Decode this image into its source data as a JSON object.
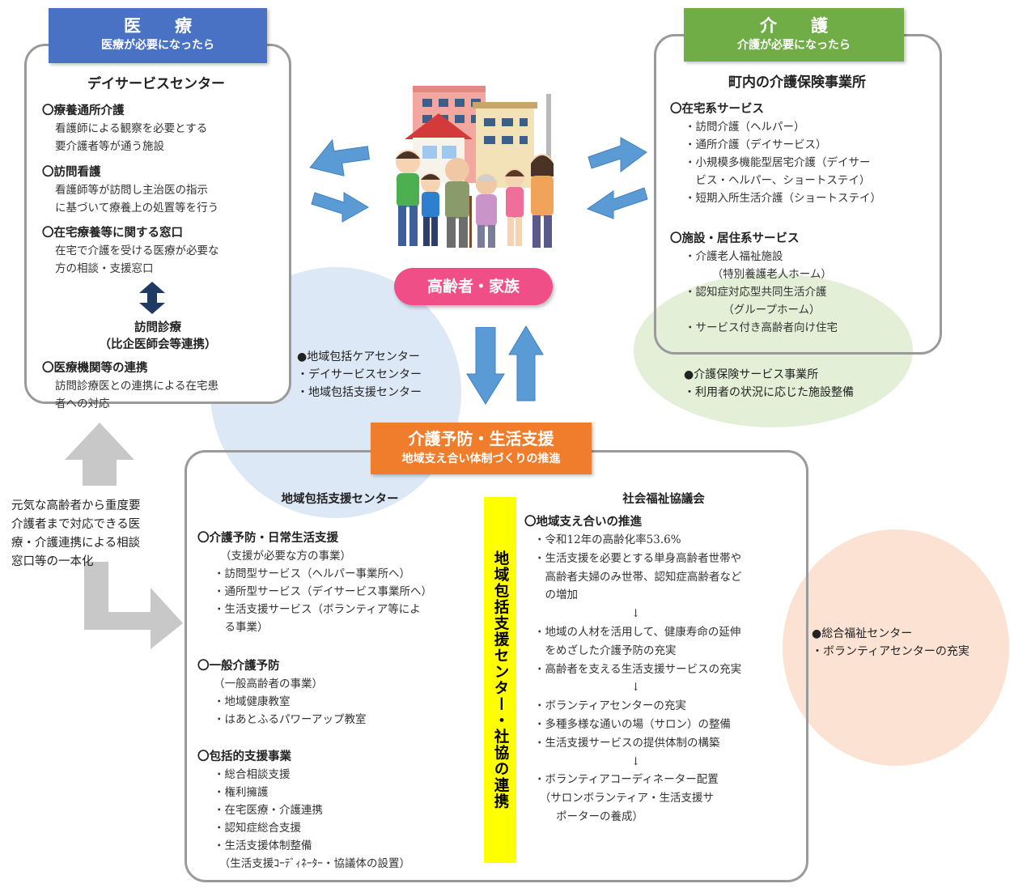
{
  "medical": {
    "header_title": "医　療",
    "header_sub": "医療が必要になったら",
    "facility": "デイサービスセンター",
    "sections": [
      {
        "title": "〇療養通所介護",
        "lines": [
          "看護師による観察を必要とする",
          "要介護者等が通う施設"
        ]
      },
      {
        "title": "〇訪問看護",
        "lines": [
          "看護師等が訪問し主治医の指示",
          "に基づいて療養上の処置等を行う"
        ]
      },
      {
        "title": "〇在宅療養等に関する窓口",
        "lines": [
          "在宅で介護を受ける医療が必要な",
          "方の相談・支援窓口"
        ]
      }
    ],
    "visit_clinic": "訪問診療",
    "visit_clinic_sub": "（比企医師会等連携）",
    "link_title": "〇医療機関等の連携",
    "link_lines": [
      "訪問診療医との連携による在宅患",
      "者への対応"
    ]
  },
  "care": {
    "header_title": "介　護",
    "header_sub": "介護が必要になったら",
    "facility": "町内の介護保険事業所",
    "home_title": "〇在宅系サービス",
    "home_lines": [
      "・訪問介護（ヘルパー）",
      "・通所介護（デイサービス）",
      "・小規模多機能型居宅介護（デイサー",
      "　ビス・ヘルパー、ショートステイ）",
      "・短期入所生活介護（ショートステイ）"
    ],
    "facility_title": "〇施設・居住系サービス",
    "facility_lines": [
      "・介護老人福祉施設",
      "　　　（特別養護老人ホーム）",
      "・認知症対応型共同生活介護",
      "　　　　（グループホーム）",
      "・サービス付き高齢者向け住宅"
    ],
    "bubble": [
      "●介護保険サービス事業所",
      "・利用者の状況に応じた施設整備"
    ]
  },
  "center": {
    "family_label": "高齢者・家族",
    "bubble": [
      "●地域包括ケアセンター",
      "・デイサービスセンター",
      "・地域包括支援センター"
    ]
  },
  "prevention": {
    "header_title": "介護予防・生活支援",
    "header_sub": "地域支え合い体制づくりの推進",
    "left_title": "地域包括支援センター",
    "left_sections": [
      {
        "title": "〇介護予防・日常生活支援",
        "lines": [
          "（支援が必要な方の事業）",
          "・訪問型サービス（ヘルパー事業所へ）",
          "・通所型サービス（デイサービス事業所へ）",
          "・生活支援サービス（ボランティア等によ",
          "　る事業）"
        ]
      },
      {
        "title": "〇一般介護予防",
        "lines": [
          "（一般高齢者の事業）",
          "・地域健康教室",
          "・はあとふるパワーアップ教室"
        ]
      },
      {
        "title": "〇包括的支援事業",
        "lines": [
          "・総合相談支援",
          "・権利擁護",
          "・在宅医療・介護連携",
          "・認知症総合支援",
          "・生活支援体制整備",
          "　（生活支援ｺｰﾃﾞｨﾈｰﾀｰ・協議体の設置）"
        ]
      }
    ],
    "vertical_label": "地域包括支援センター・社協の連携",
    "right_title": "社会福祉協議会",
    "right_section_title": "〇地域支え合いの推進",
    "right_lines": [
      "・令和12年の高齢化率53.6%",
      "・生活支援を必要とする単身高齢者世帯や",
      "　高齢者夫婦のみ世帯、認知症高齢者など",
      "　の増加",
      "↓",
      "・地域の人材を活用して、健康寿命の延伸",
      "　をめざした介護予防の充実",
      "・高齢者を支える生活支援サービスの充実",
      "↓",
      "・ボランティアセンターの充実",
      "・多種多様な通いの場（サロン）の整備",
      "・生活支援サービスの提供体制の構築",
      "↓",
      "・ボランティアコーディネーター配置",
      "　（サロンボランティア・生活支援サ",
      "　　ポーターの養成）"
    ],
    "bubble": [
      "●総合福祉センター",
      "・ボランティアセンターの充実"
    ]
  },
  "left_note": [
    "元気な高齢者から重度要",
    "介護者まで対応できる医",
    "療・介護連携による相談",
    "窓口等の一本化"
  ],
  "colors": {
    "medical_header": "#4a72c4",
    "care_header": "#70ad47",
    "family_pill": "#f04e86",
    "prevention_header": "#f07d2b",
    "vertical_band": "#ffff00",
    "arrow_blue": "#4f8fd6",
    "bubble_blue": "#dce8f6",
    "bubble_green": "#e3efd6",
    "bubble_peach": "#fbe2d3"
  }
}
